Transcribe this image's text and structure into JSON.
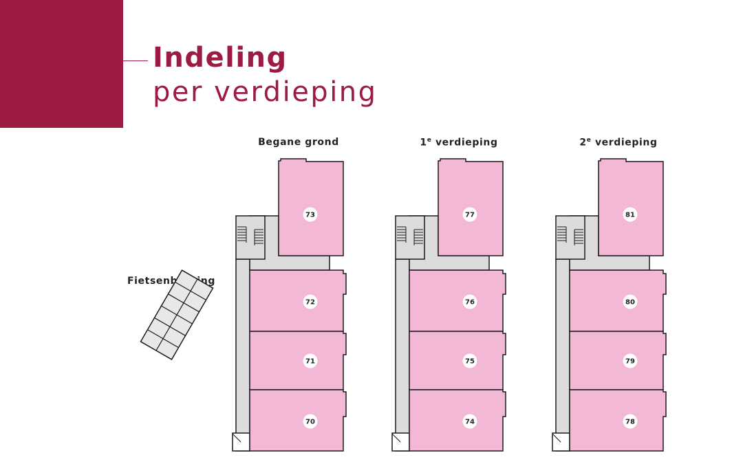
{
  "heading": {
    "line1": "Indeling",
    "line2": "per verdieping"
  },
  "bike_storage": {
    "label": "Fietsenberging"
  },
  "floors": [
    {
      "label": "Begane grond",
      "units": [
        "73",
        "72",
        "71",
        "70"
      ]
    },
    {
      "label_prefix": "1",
      "label_sup": "e",
      "label_rest": " verdieping",
      "units": [
        "77",
        "76",
        "75",
        "74"
      ]
    },
    {
      "label_prefix": "2",
      "label_sup": "e",
      "label_rest": " verdieping",
      "units": [
        "81",
        "80",
        "79",
        "78"
      ]
    }
  ],
  "colors": {
    "brand": "#9b1b43",
    "unit_fill": "#f2b8d6",
    "common_fill": "#dcdcdc",
    "outline": "#1a1a1a"
  }
}
